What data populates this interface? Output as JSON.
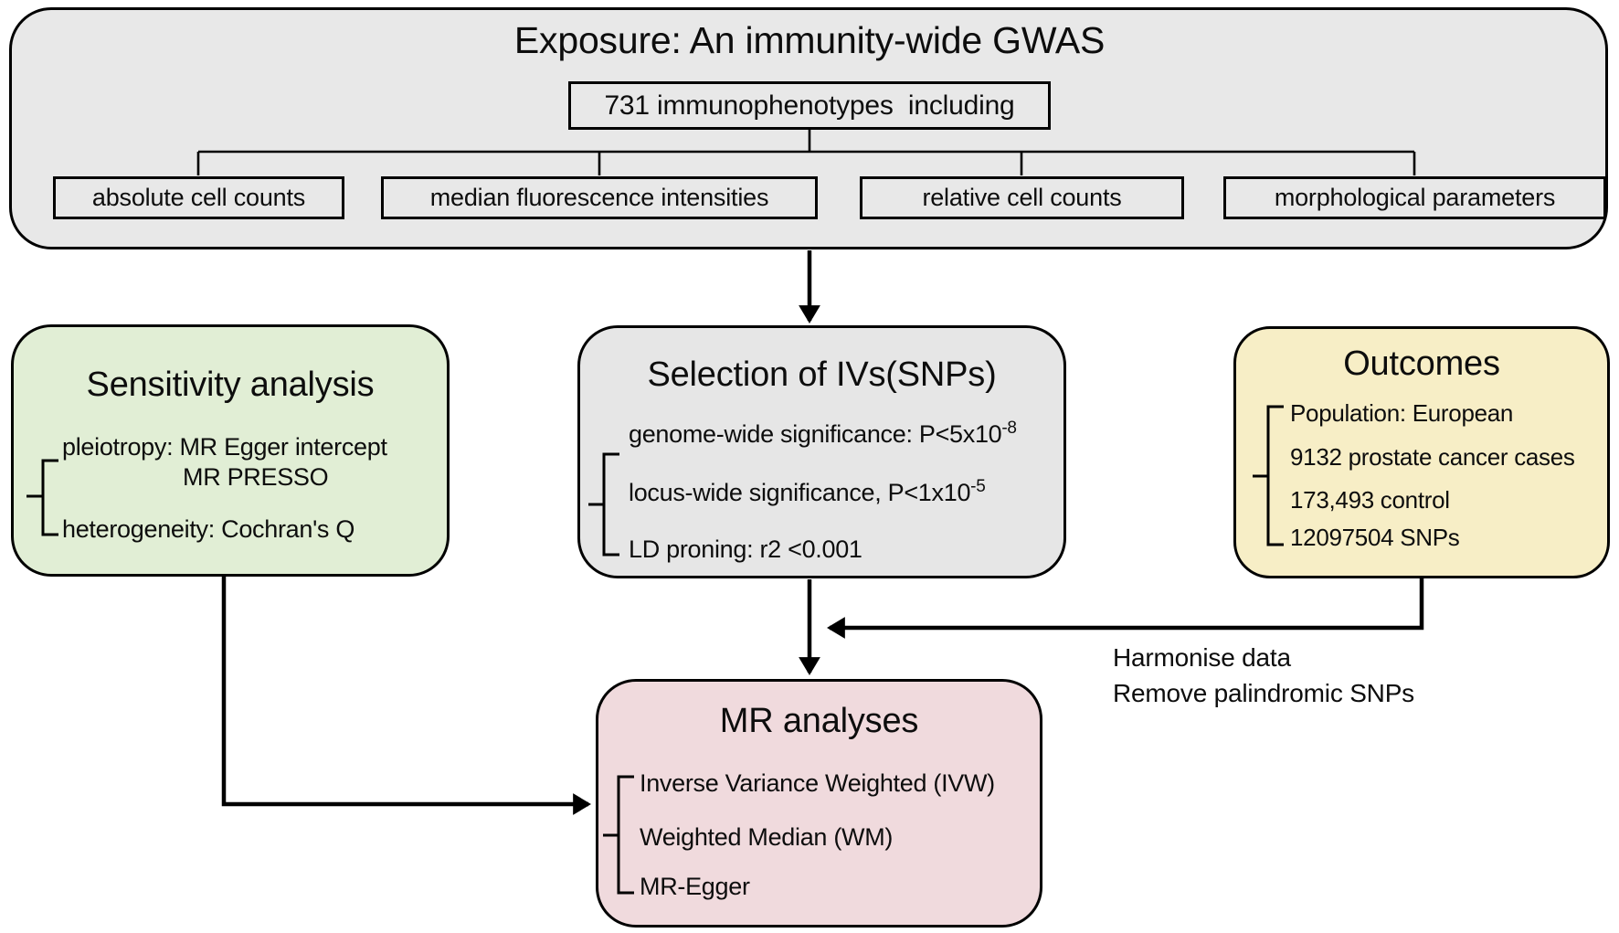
{
  "exposure": {
    "title": "Exposure: An immunity-wide GWAS",
    "phenotypes_box": "731 immunophenotypes  including",
    "categories": [
      "absolute cell counts",
      "median fluorescence intensities",
      "relative cell counts",
      "morphological parameters"
    ]
  },
  "sensitivity": {
    "title": "Sensitivity analysis",
    "pleiotropy_line1": "pleiotropy: MR Egger intercept",
    "pleiotropy_line2": "MR PRESSO",
    "heterogeneity_line": "heterogeneity: Cochran's Q"
  },
  "selection": {
    "title": "Selection of IVs(SNPs)",
    "items": [
      {
        "text": "genome-wide significance: P<5x10",
        "sup": "-8"
      },
      {
        "text": "locus-wide significance, P<1x10",
        "sup": "-5"
      },
      {
        "text": "LD proning: r2 <0.001",
        "sup": ""
      }
    ]
  },
  "outcomes": {
    "title": "Outcomes",
    "items": [
      "Population: European",
      "9132 prostate cancer cases",
      "173,493 control",
      "12097504 SNPs"
    ]
  },
  "mr_analyses": {
    "title": "MR analyses",
    "items": [
      "Inverse Variance Weighted (IVW)",
      "Weighted Median (WM)",
      "MR-Egger"
    ]
  },
  "annotations": {
    "line1": "Harmonise data",
    "line2": "Remove palindromic SNPs"
  },
  "colors": {
    "panel_gray": "#e8e8e8",
    "box_gray": "#e6e6e6",
    "green": "#e1eed5",
    "yellow": "#f7eec6",
    "pink": "#f0dadd",
    "line": "#000000"
  }
}
